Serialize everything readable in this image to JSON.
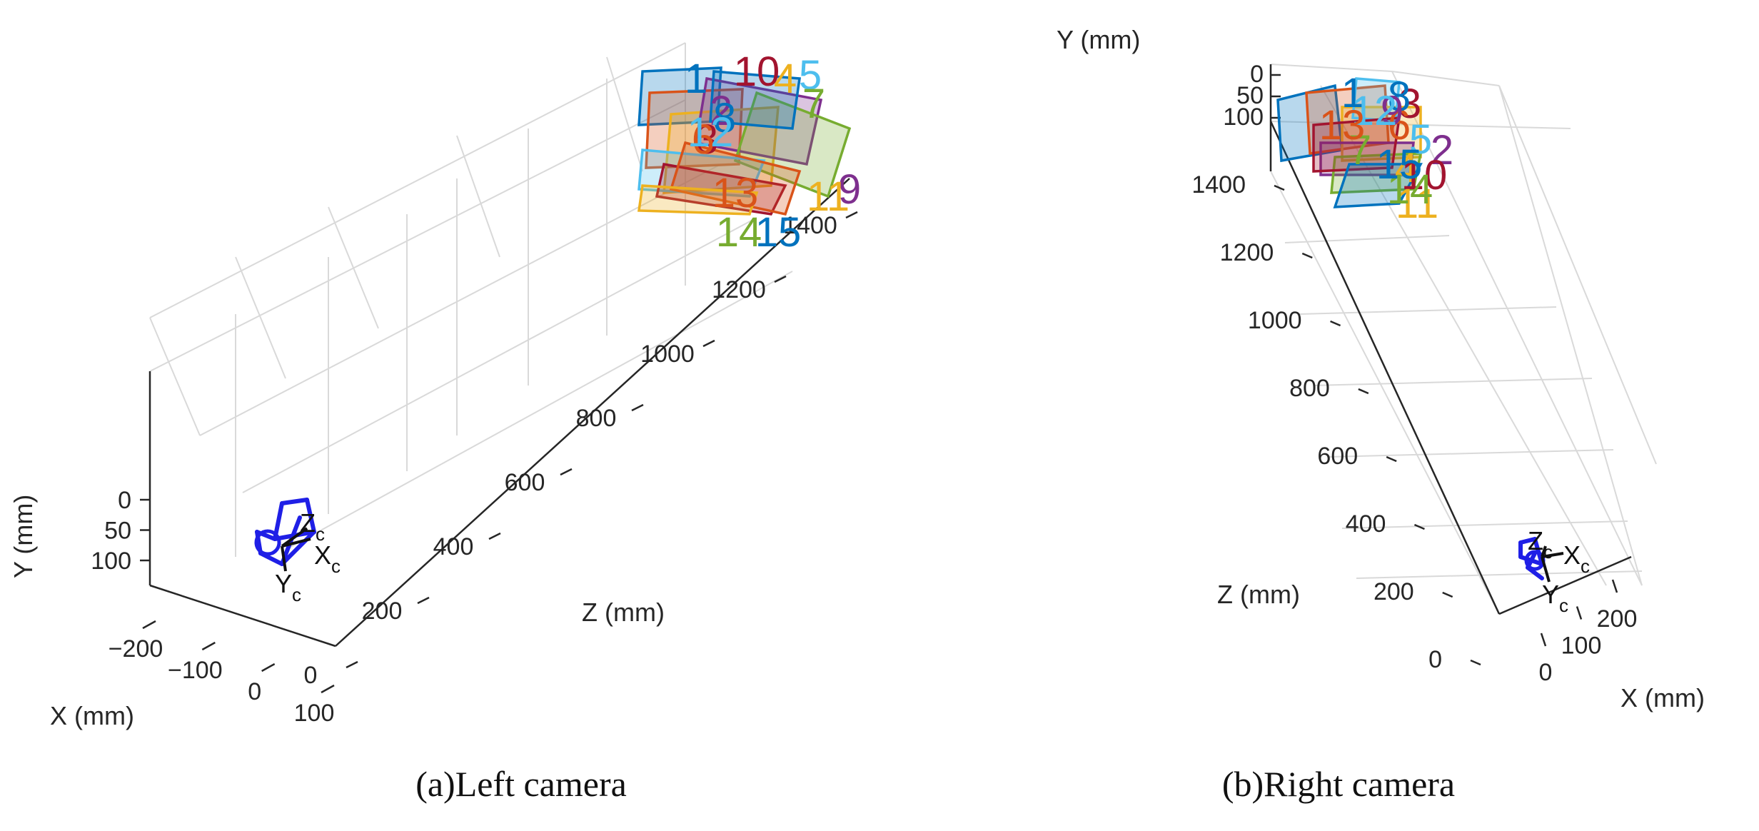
{
  "figure": {
    "captions": {
      "left": "(a)Left camera",
      "right": "(b)Right camera"
    }
  },
  "colors": {
    "grid": "#d9d9d9",
    "axis": "#262626",
    "camera": "#1f1fe6",
    "palette": [
      "#0072BD",
      "#D95319",
      "#EDB120",
      "#7E2F8E",
      "#77AC30",
      "#4DBEEE",
      "#A2142F"
    ]
  },
  "chart_data": [
    {
      "type": "scatter",
      "panel": "left",
      "title": "",
      "axis_labels": {
        "x": "X (mm)",
        "y": "Y (mm)",
        "z": "Z (mm)"
      },
      "ticks": {
        "x": [
          "−200",
          "−100",
          "0",
          "100"
        ],
        "y": [
          "0",
          "50",
          "100"
        ],
        "z": [
          "0",
          "200",
          "400",
          "600",
          "800",
          "1000",
          "1200",
          "1400"
        ]
      },
      "camera_axes": {
        "x": "X",
        "y": "Y",
        "z": "Z",
        "subscript": "c"
      },
      "board_labels": [
        "1",
        "2",
        "3",
        "4",
        "5",
        "6",
        "7",
        "8",
        "9",
        "10",
        "11",
        "12",
        "13",
        "14",
        "15"
      ],
      "extrinsics": {
        "camera_position": [
          0,
          0,
          0
        ],
        "board_cluster": {
          "x_range": [
            -150,
            120
          ],
          "y_range": [
            0,
            120
          ],
          "z_range": [
            1200,
            1400
          ]
        }
      }
    },
    {
      "type": "scatter",
      "panel": "right",
      "title": "",
      "axis_labels": {
        "x": "X (mm)",
        "y": "Y (mm)",
        "z": "Z (mm)"
      },
      "ticks": {
        "x": [
          "0",
          "100",
          "200"
        ],
        "y": [
          "0",
          "50",
          "100"
        ],
        "z": [
          "0",
          "200",
          "400",
          "600",
          "800",
          "1000",
          "1200",
          "1400"
        ]
      },
      "camera_axes": {
        "x": "X",
        "y": "Y",
        "z": "Z",
        "subscript": "c"
      },
      "board_labels": [
        "1",
        "2",
        "3",
        "4",
        "5",
        "6",
        "7",
        "8",
        "9",
        "10",
        "11",
        "12",
        "13",
        "14",
        "15"
      ],
      "extrinsics": {
        "camera_position": [
          0,
          0,
          0
        ],
        "board_cluster": {
          "x_range": [
            -50,
            200
          ],
          "y_range": [
            0,
            120
          ],
          "z_range": [
            1200,
            1400
          ]
        }
      }
    }
  ]
}
